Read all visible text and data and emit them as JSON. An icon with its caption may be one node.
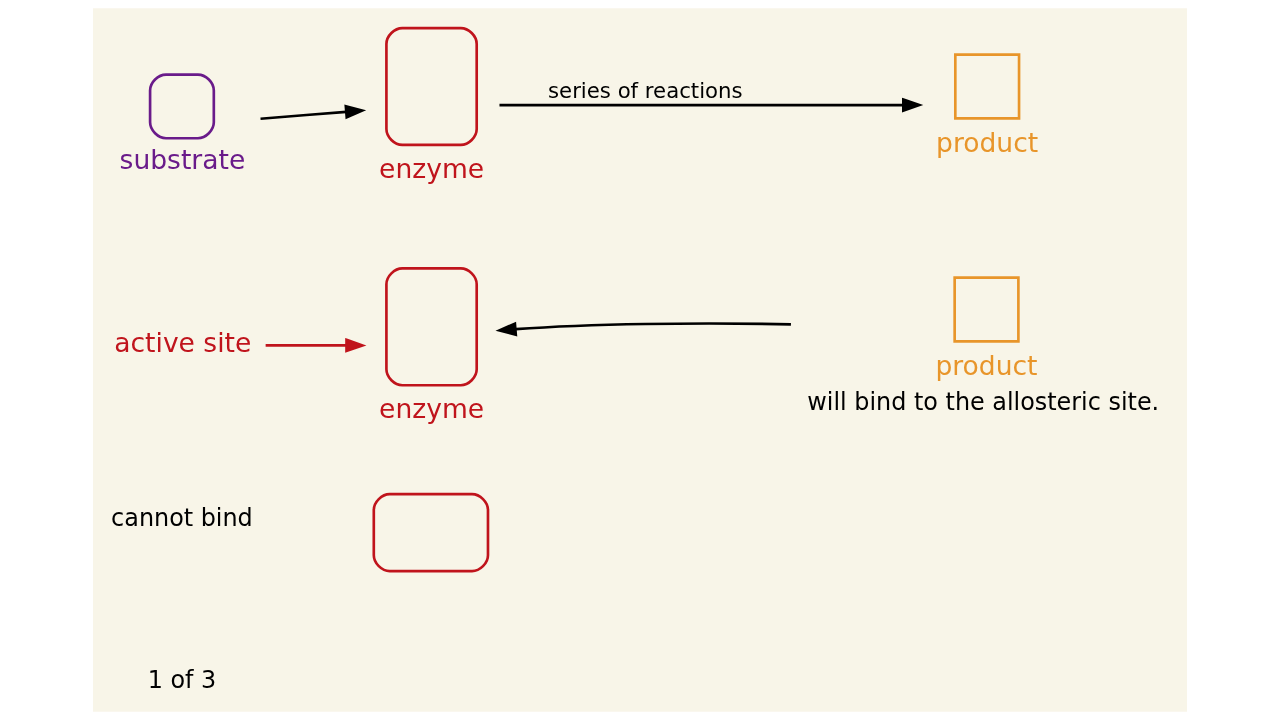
{
  "diagram": {
    "nodes": [
      {
        "text": [
          "substrate"
        ]
      },
      {
        "text": [
          "enzyme"
        ]
      },
      {
        "text": [
          "product"
        ]
      },
      {
        "text": [
          "active site"
        ]
      },
      {
        "text": [
          "enzyme"
        ]
      },
      {
        "text": [
          "product"
        ],
        "beside": [
          "will bind to the allosteric site."
        ]
      },
      {
        "text": [],
        "shape": "box"
      }
    ],
    "edges": [
      {
        "from": 0,
        "to": 1,
        "arrow": "to"
      },
      {
        "from": 1,
        "to": 2,
        "arrow": "to",
        "label": "series of reactions"
      },
      {
        "from": 3,
        "to": 4,
        "arrow": "to",
        "color": "#c0141c"
      },
      {
        "from": 5,
        "to": 4,
        "arrow": "to"
      }
    ],
    "labels": [
      "1 of 3",
      "cannot bind"
    ]
  }
}
